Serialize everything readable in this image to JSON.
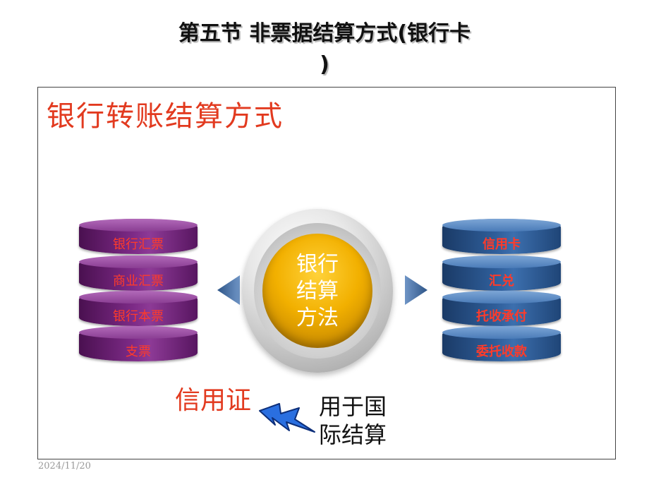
{
  "title": {
    "line1": "第五节    非票据结算方式(银行卡",
    "line2": ")"
  },
  "frame_heading": "银行转账结算方式",
  "left_stack": {
    "items": [
      "银行汇票",
      "商业汇票",
      "银行本票",
      "支票"
    ]
  },
  "right_stack": {
    "items": [
      "信用卡",
      "汇兑",
      "托收承付",
      "委托收款"
    ]
  },
  "center": {
    "lines": [
      "银行",
      "结算",
      "方法"
    ]
  },
  "letter_of_credit": "信用证",
  "intl_note": {
    "line1": "用于国",
    "line2": "际结算"
  },
  "footer_date": "2024/11/20",
  "colors": {
    "accent_red": "#e23a1f",
    "left_stack": "#7c2a86",
    "right_stack": "#2f5e9a",
    "center_core": "#f2b000",
    "bolt": "#2a6fe0"
  },
  "icons": {
    "left_arrow": "triangle-left-icon",
    "right_arrow": "triangle-right-icon",
    "bolt": "lightning-bolt-icon"
  }
}
